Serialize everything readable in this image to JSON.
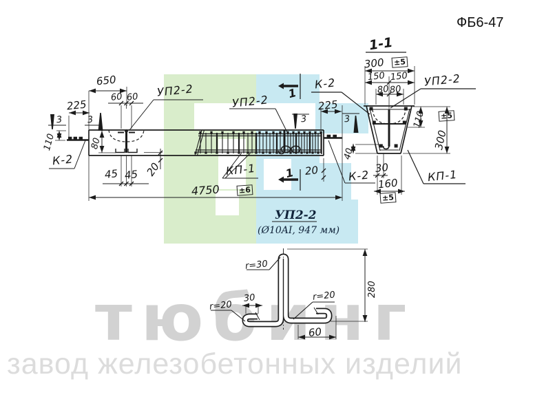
{
  "header": {
    "code": "ФБ6-47"
  },
  "watermark": {
    "brand": "тюбинг",
    "subtitle": "завод железобетонных изделий"
  },
  "labels": {
    "k2": "К-2",
    "kp1": "КП-1",
    "up22": "УП2-2",
    "cut": "1"
  },
  "section_view": {
    "title": "1-1",
    "dims": {
      "top_width": "300",
      "top_tol": "±5",
      "half_left": "150",
      "half_right": "150",
      "inset_left": "80",
      "inset_right": "80",
      "recess_depth": "110",
      "side_tol": "±5",
      "height": "300",
      "bar_cover": "40",
      "bottom_offset": "30",
      "bottom_width": "160",
      "bottom_tol": "±5"
    }
  },
  "elevation_view": {
    "dims": {
      "length": "4750",
      "length_tol": "±6",
      "end_overhang": "225",
      "anchor_inset": "650",
      "anchor_spacing": "60",
      "foot_spacing": "45",
      "end_drop": "110",
      "anchor_depth": "80",
      "gap": "20",
      "weld_size": "3"
    }
  },
  "detail_view": {
    "title": "УП2-2",
    "subtitle": "(Ø10AI, 947 мм)",
    "dims": {
      "height": "280",
      "hook_width": "60",
      "hook_top": "30",
      "bend_radius_large": "r=30",
      "bend_radius_small": "r=20"
    }
  },
  "colors": {
    "logo_green": "#d9edcb",
    "logo_cyan": "#c8e9f2",
    "brand_gray": "#d2d2d2",
    "subtitle_gray": "#dcdcdc",
    "ink": "#1c1c1c"
  }
}
